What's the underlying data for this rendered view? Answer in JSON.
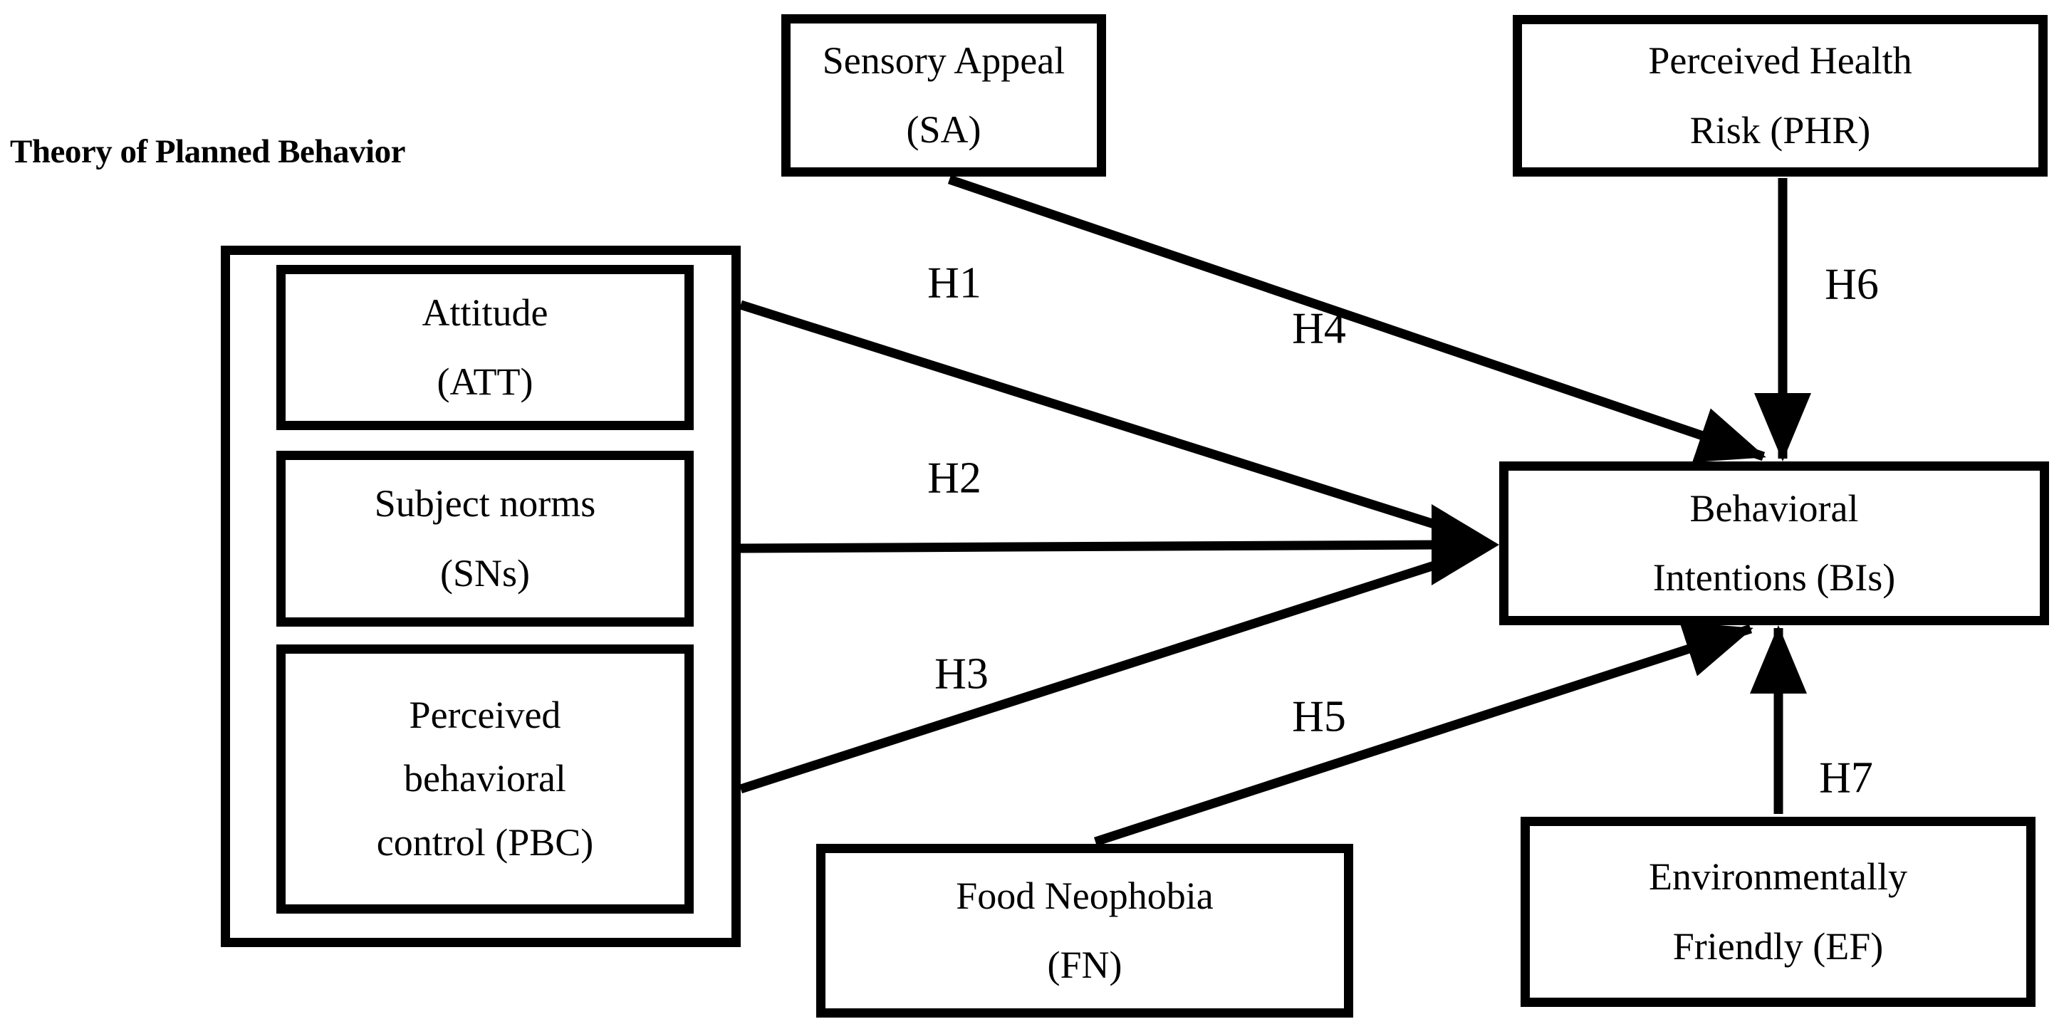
{
  "title": "Theory of Planned Behavior",
  "nodes": {
    "att": {
      "line1": "Attitude",
      "line2": "(ATT)"
    },
    "sns": {
      "line1": "Subject norms",
      "line2": "(SNs)"
    },
    "pbc": {
      "line1": "Perceived",
      "line2": "behavioral",
      "line3": "control (PBC)"
    },
    "sa": {
      "line1": "Sensory Appeal",
      "line2": "(SA)"
    },
    "phr": {
      "line1": "Perceived Health",
      "line2": "Risk (PHR)"
    },
    "bis": {
      "line1": "Behavioral",
      "line2": "Intentions (BIs)"
    },
    "fn": {
      "line1": "Food Neophobia",
      "line2": "(FN)"
    },
    "ef": {
      "line1": "Environmentally",
      "line2": "Friendly (EF)"
    }
  },
  "hypotheses": {
    "h1": "H1",
    "h2": "H2",
    "h3": "H3",
    "h4": "H4",
    "h5": "H5",
    "h6": "H6",
    "h7": "H7"
  },
  "colors": {
    "line": "#000000",
    "background": "#ffffff"
  }
}
